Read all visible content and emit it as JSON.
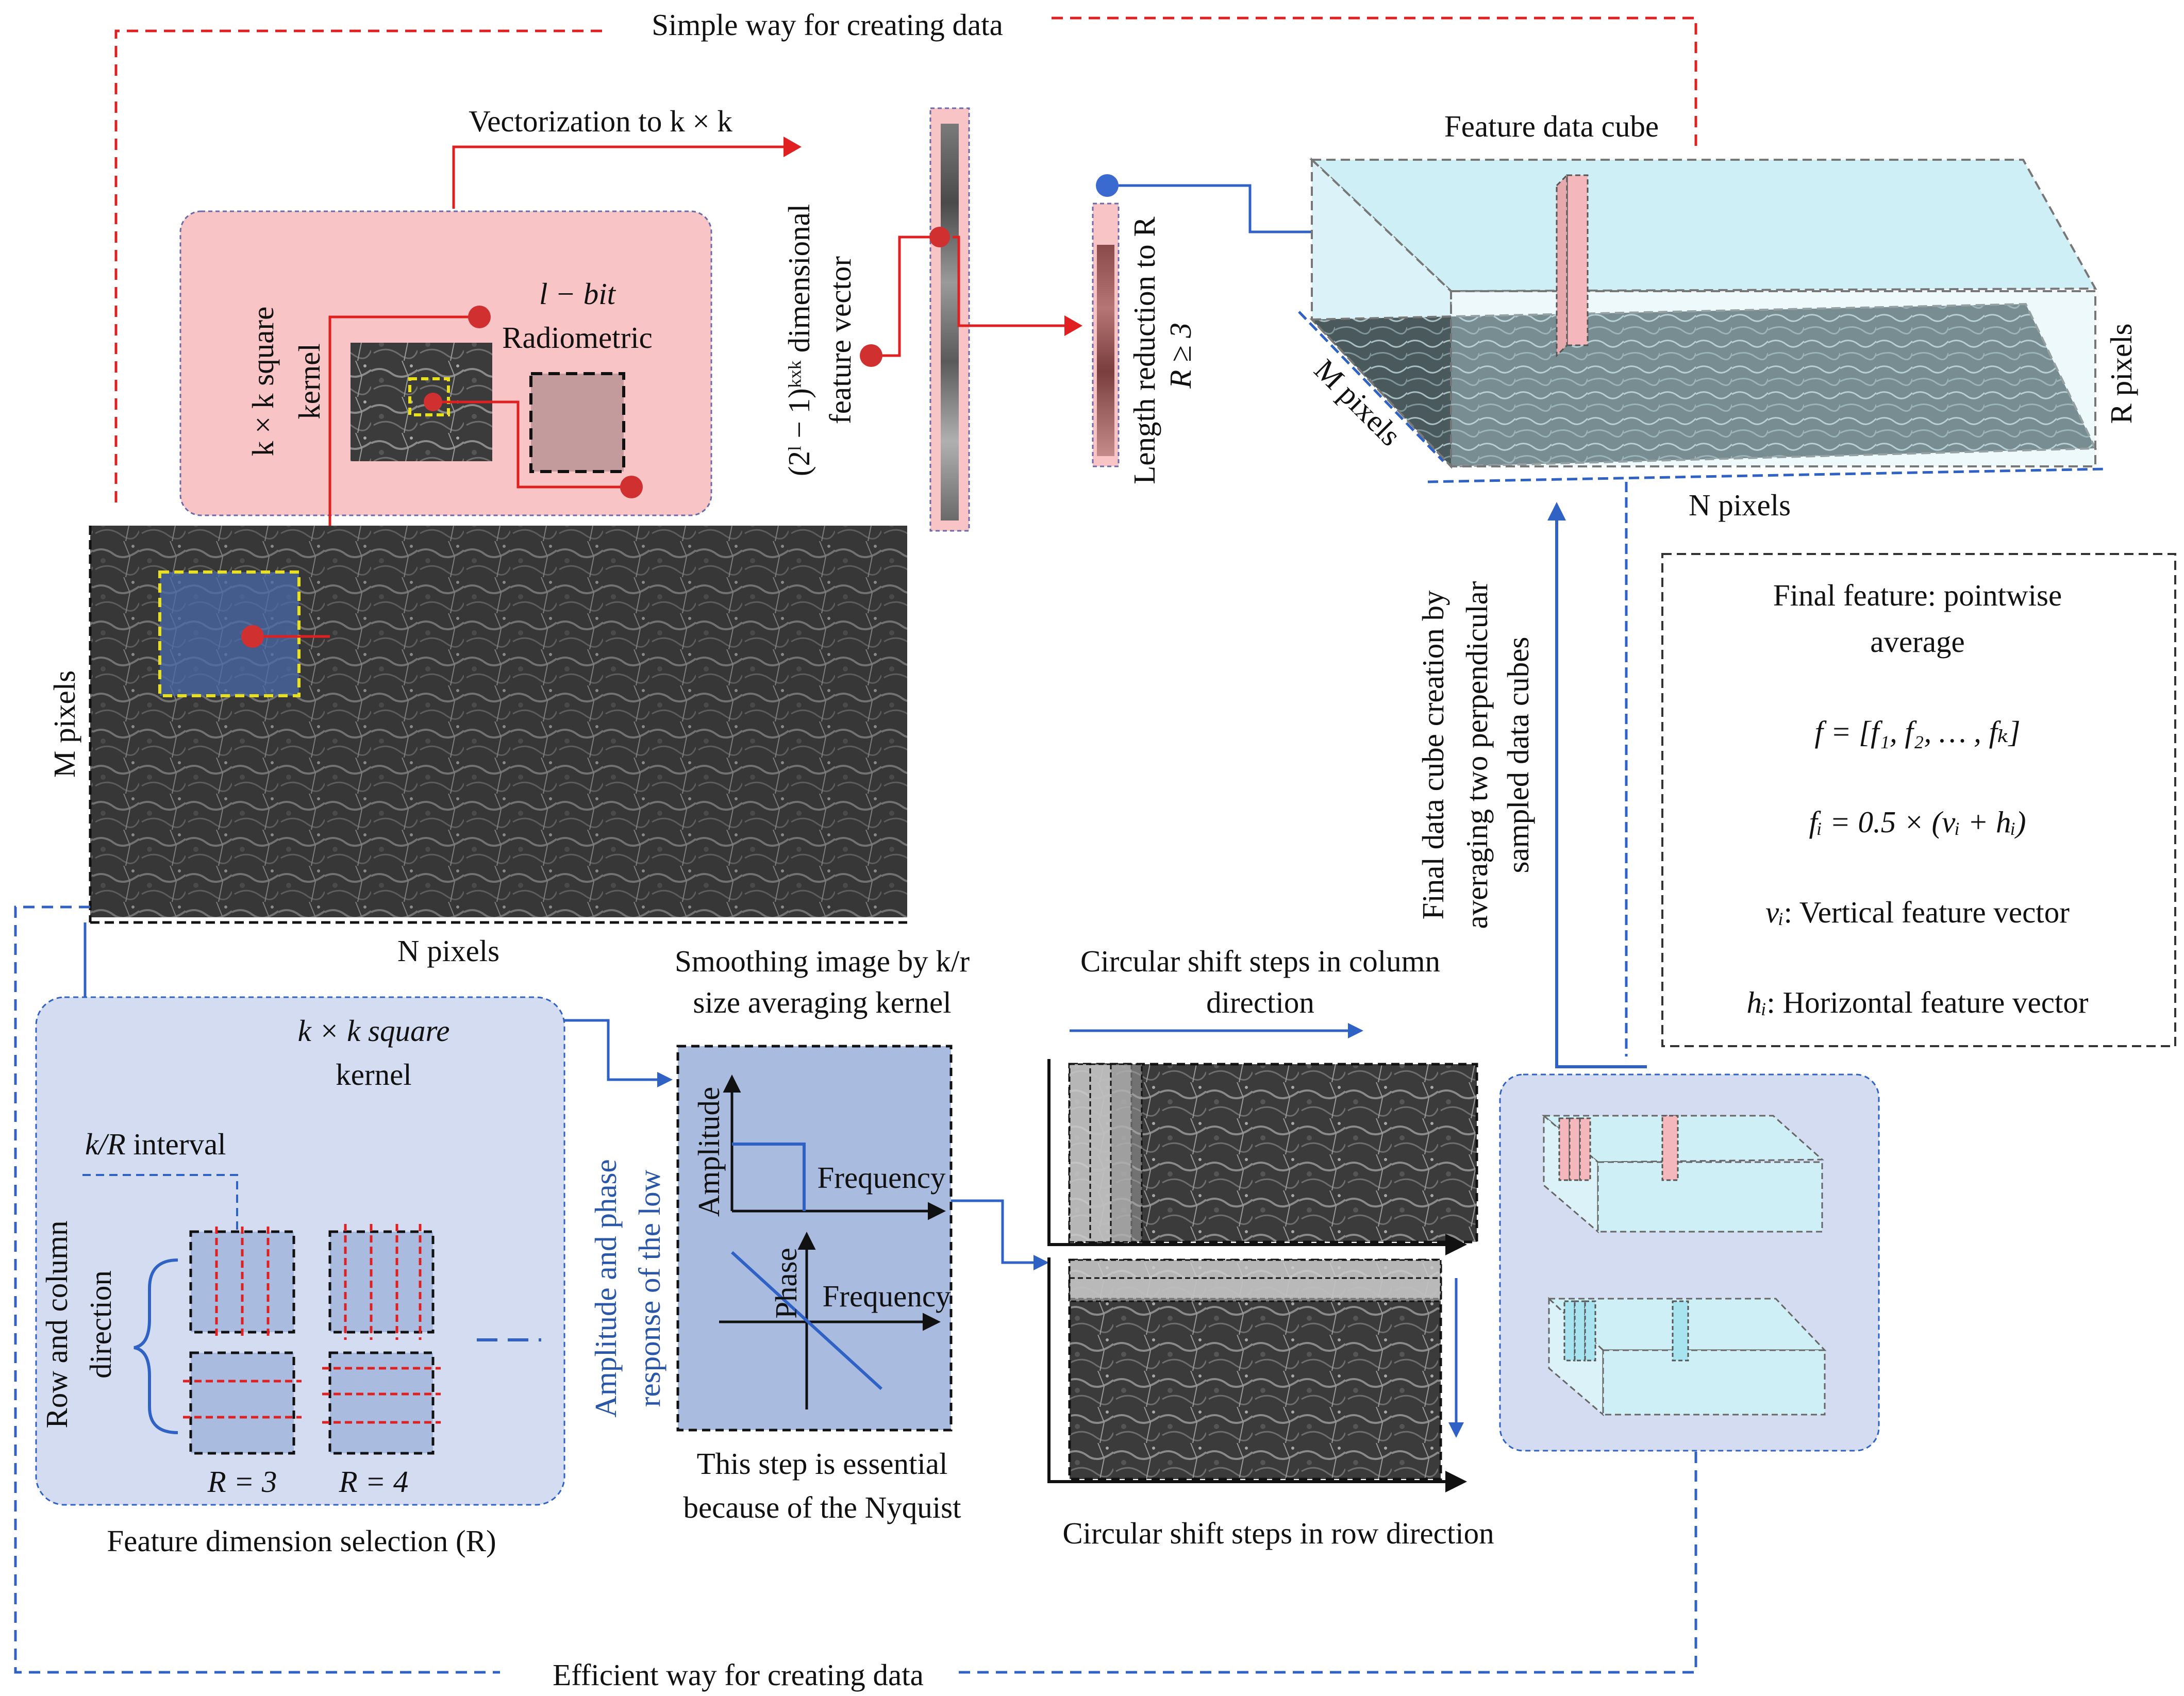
{
  "colors": {
    "red_path": "#e02020",
    "blue_path": "#2f62c4",
    "pink_panel": "#f9c4c5",
    "blue_panel": "#d3dcf0",
    "cube_face": "#cfeff6",
    "kernel_yellow": "#e8e01a",
    "text": "#111111",
    "vertical_blue_text": "#2a56a8"
  },
  "top": {
    "simple_way": "Simple way for creating data",
    "vectorization": "Vectorization to k × k",
    "radiometric_bit": "l − bit",
    "radiometric": "Radiometric",
    "kernel_label_1": "k × k square",
    "kernel_label_2": "kernel",
    "feature_vec_1": "(2ˡ − 1)ᵏˣᵏ dimensional",
    "feature_vec_2": "feature vector",
    "length_red_1": "Length reduction to R",
    "length_red_2": "R ≥ 3",
    "cube_title": "Feature data cube",
    "cube_m": "M pixels",
    "cube_n": "N pixels",
    "cube_r": "R pixels"
  },
  "image": {
    "m_label": "M pixels",
    "n_label": "N pixels"
  },
  "final": {
    "arrow_text_1": "Final data cube creation by",
    "arrow_text_2": "averaging two perpendicular",
    "arrow_text_3": "sampled data cubes",
    "box_line_1": "Final feature: pointwise",
    "box_line_2": "average",
    "eq_f": "f = [f₁, f₂, … , fₖ]",
    "eq_fi": "fᵢ = 0.5 × (vᵢ + hᵢ)",
    "vi_sym": "vᵢ",
    "vi_text": ": Vertical feature vector",
    "hi_sym": "hᵢ",
    "hi_text": ": Horizontal feature vector"
  },
  "bottom": {
    "kernel_1": "k × k square",
    "kernel_2": "kernel",
    "interval_sym": "k/R",
    "interval_text": " interval",
    "rowcol_1": "Row and column",
    "rowcol_2": "direction",
    "r3": "R = 3",
    "r4": "R = 4",
    "dim_select": "Feature dimension selection (R)",
    "smooth_1": "Smoothing image by k/r",
    "smooth_2": "size averaging kernel",
    "amp_phase_1": "Amplitude and phase",
    "amp_phase_2": "response of the low",
    "amplitude": "Amplitude",
    "frequency": "Frequency",
    "phase": "Phase",
    "essential_1": "This step is essential",
    "essential_2": "because of the Nyquist",
    "col_shift_1": "Circular shift steps in column",
    "col_shift_2": "direction",
    "row_shift": "Circular shift steps in row direction",
    "efficient_way": "Efficient way for creating data"
  }
}
